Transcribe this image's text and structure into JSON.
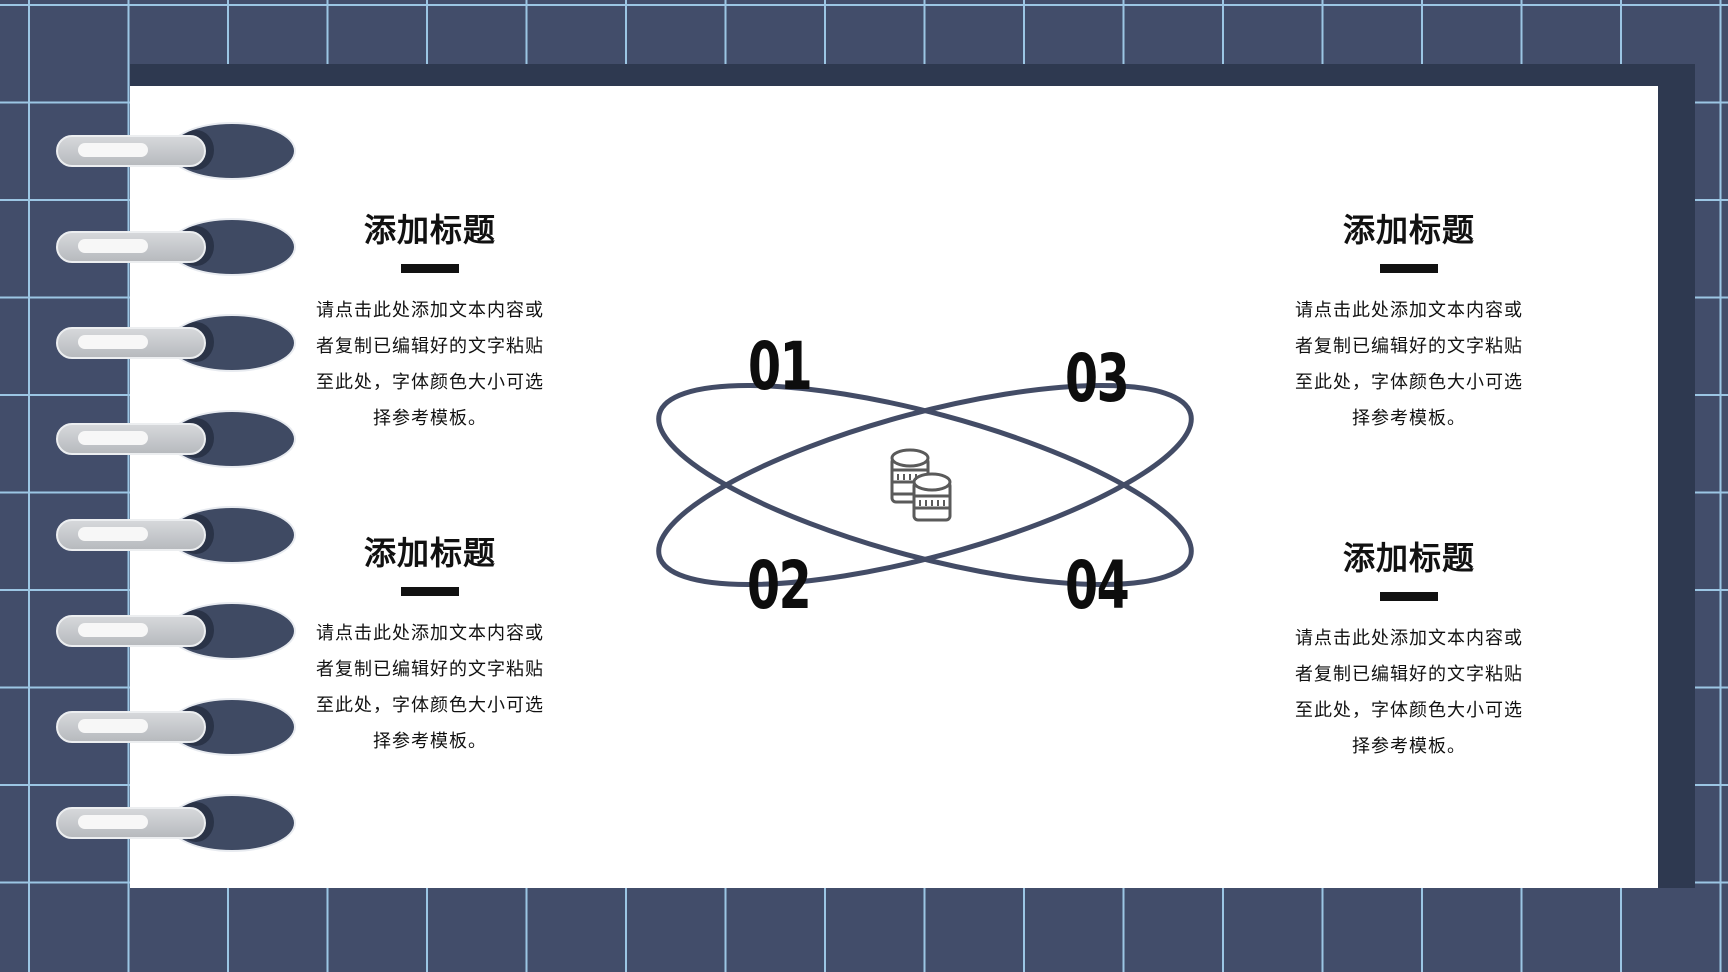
{
  "blocks": [
    {
      "title": "添加标题",
      "lines": [
        "请点击此处添加文本内容或",
        "者复制已编辑好的文字粘贴",
        "至此处，字体颜色大小可选",
        "择参考模板。"
      ]
    },
    {
      "title": "添加标题",
      "lines": [
        "请点击此处添加文本内容或",
        "者复制已编辑好的文字粘贴",
        "至此处，字体颜色大小可选",
        "择参考模板。"
      ]
    },
    {
      "title": "添加标题",
      "lines": [
        "请点击此处添加文本内容或",
        "者复制已编辑好的文字粘贴",
        "至此处，字体颜色大小可选",
        "择参考模板。"
      ]
    },
    {
      "title": "添加标题",
      "lines": [
        "请点击此处添加文本内容或",
        "者复制已编辑好的文字粘贴",
        "至此处，字体颜色大小可选",
        "择参考模板。"
      ]
    }
  ],
  "numbers": [
    "01",
    "02",
    "03",
    "04"
  ],
  "icons": {
    "center": "coins-icon",
    "binding": "spiral-ring-icon"
  },
  "colors": {
    "background": "#424d6a",
    "grid": "#9cc6e4",
    "page": "#ffffff",
    "orbit": "#434c66",
    "text": "#111111"
  }
}
